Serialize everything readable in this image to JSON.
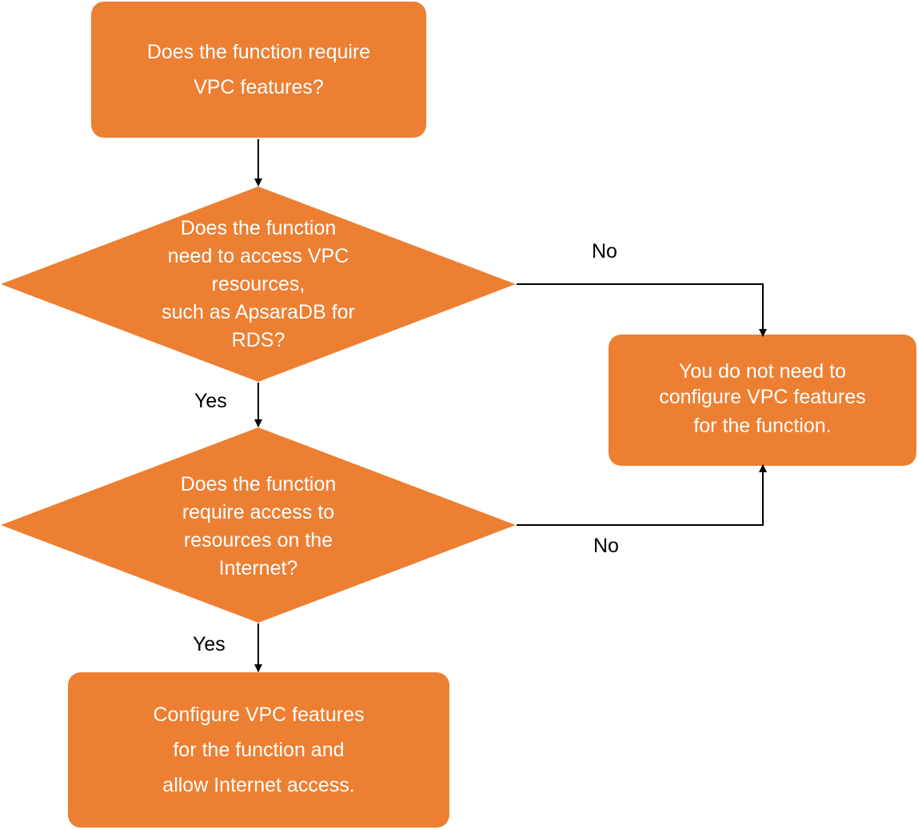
{
  "colors": {
    "node_fill": "#ED7F32",
    "node_text": "#FFFFFF",
    "edge": "#000000",
    "label_text": "#000000"
  },
  "nodes": {
    "start": {
      "shape": "rounded-rect",
      "lines": [
        "Does the function require",
        "VPC features?"
      ]
    },
    "q_vpc_resources": {
      "shape": "diamond",
      "lines": [
        "Does the function",
        "need to access VPC",
        "resources,",
        "such as ApsaraDB for",
        "RDS?"
      ]
    },
    "q_internet": {
      "shape": "diamond",
      "lines": [
        "Does the function",
        "require access to",
        "resources on the",
        "Internet?"
      ]
    },
    "no_vpc": {
      "shape": "rounded-rect",
      "lines": [
        "You do not need to",
        "configure VPC features",
        "for the function."
      ]
    },
    "configure_vpc": {
      "shape": "rounded-rect",
      "lines": [
        "Configure VPC features",
        "for the function and",
        "allow Internet access."
      ]
    }
  },
  "edges": [
    {
      "from": "start",
      "to": "q_vpc_resources",
      "label": ""
    },
    {
      "from": "q_vpc_resources",
      "to": "q_internet",
      "label": "Yes"
    },
    {
      "from": "q_vpc_resources",
      "to": "no_vpc",
      "label": "No"
    },
    {
      "from": "q_internet",
      "to": "configure_vpc",
      "label": "Yes"
    },
    {
      "from": "q_internet",
      "to": "no_vpc",
      "label": "No"
    }
  ]
}
